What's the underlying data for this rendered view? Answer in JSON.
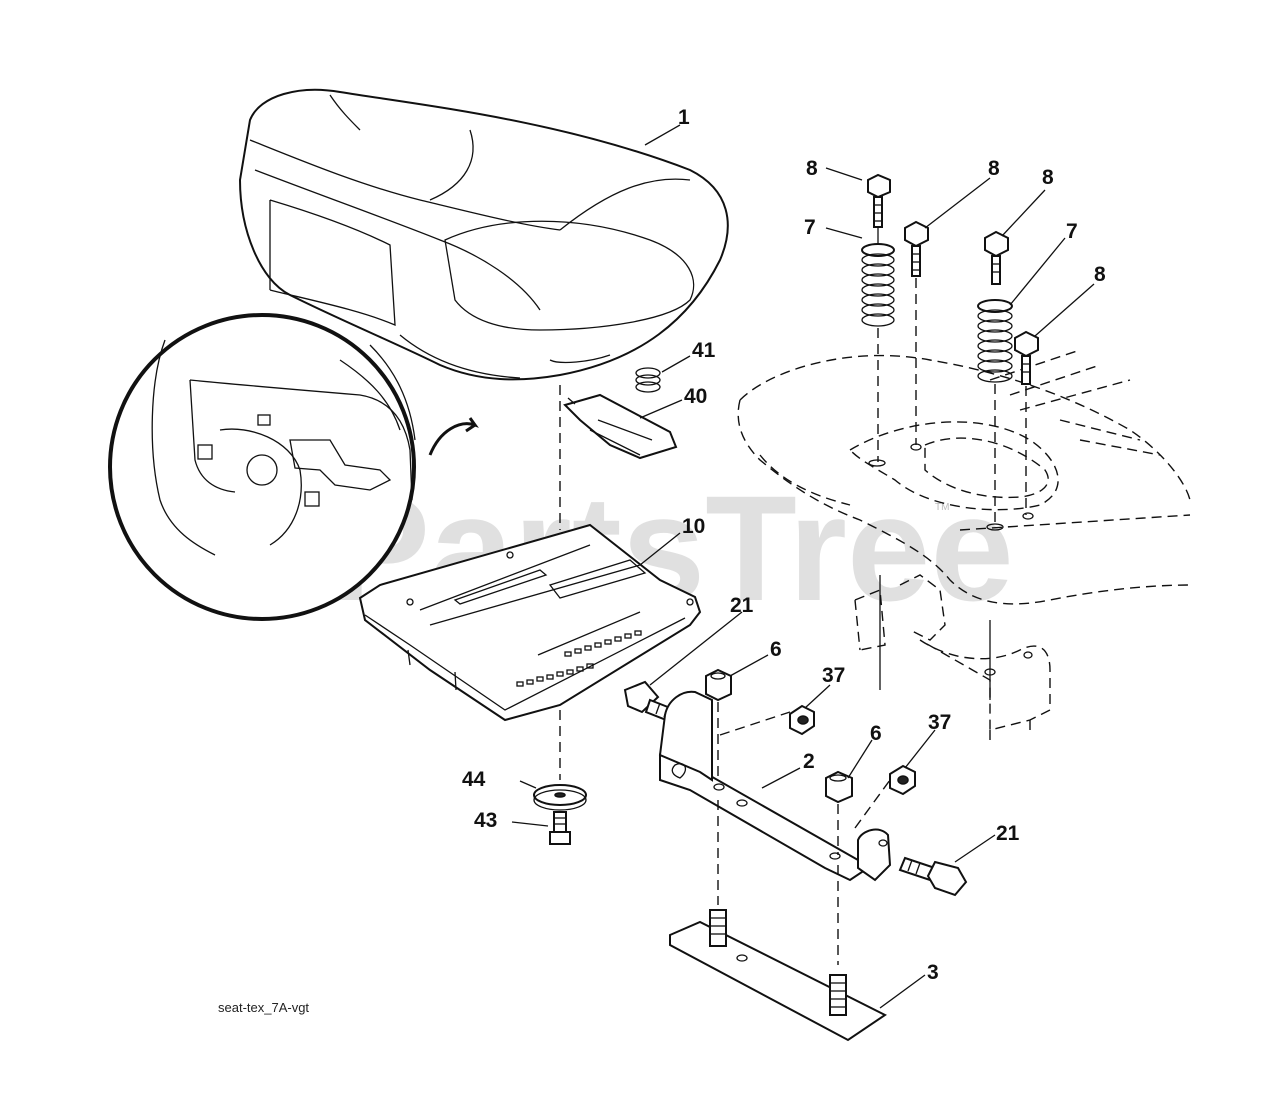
{
  "watermark": "PartsTree",
  "watermark_tm": "TM",
  "figure_code": "seat-tex_7A-vgt",
  "callouts": {
    "seat": "1",
    "bracket": "2",
    "plate": "3",
    "nut_left": "6",
    "nut_right": "6",
    "spring_left": "7",
    "spring_right": "7",
    "bolt_a": "8",
    "bolt_b": "8",
    "bolt_c": "8",
    "bolt_d": "8",
    "pan": "10",
    "bolt21_left": "21",
    "bolt21_right": "21",
    "nut37_left": "37",
    "nut37_right": "37",
    "clip": "40",
    "small_spring": "41",
    "screw": "43",
    "washer": "44"
  }
}
